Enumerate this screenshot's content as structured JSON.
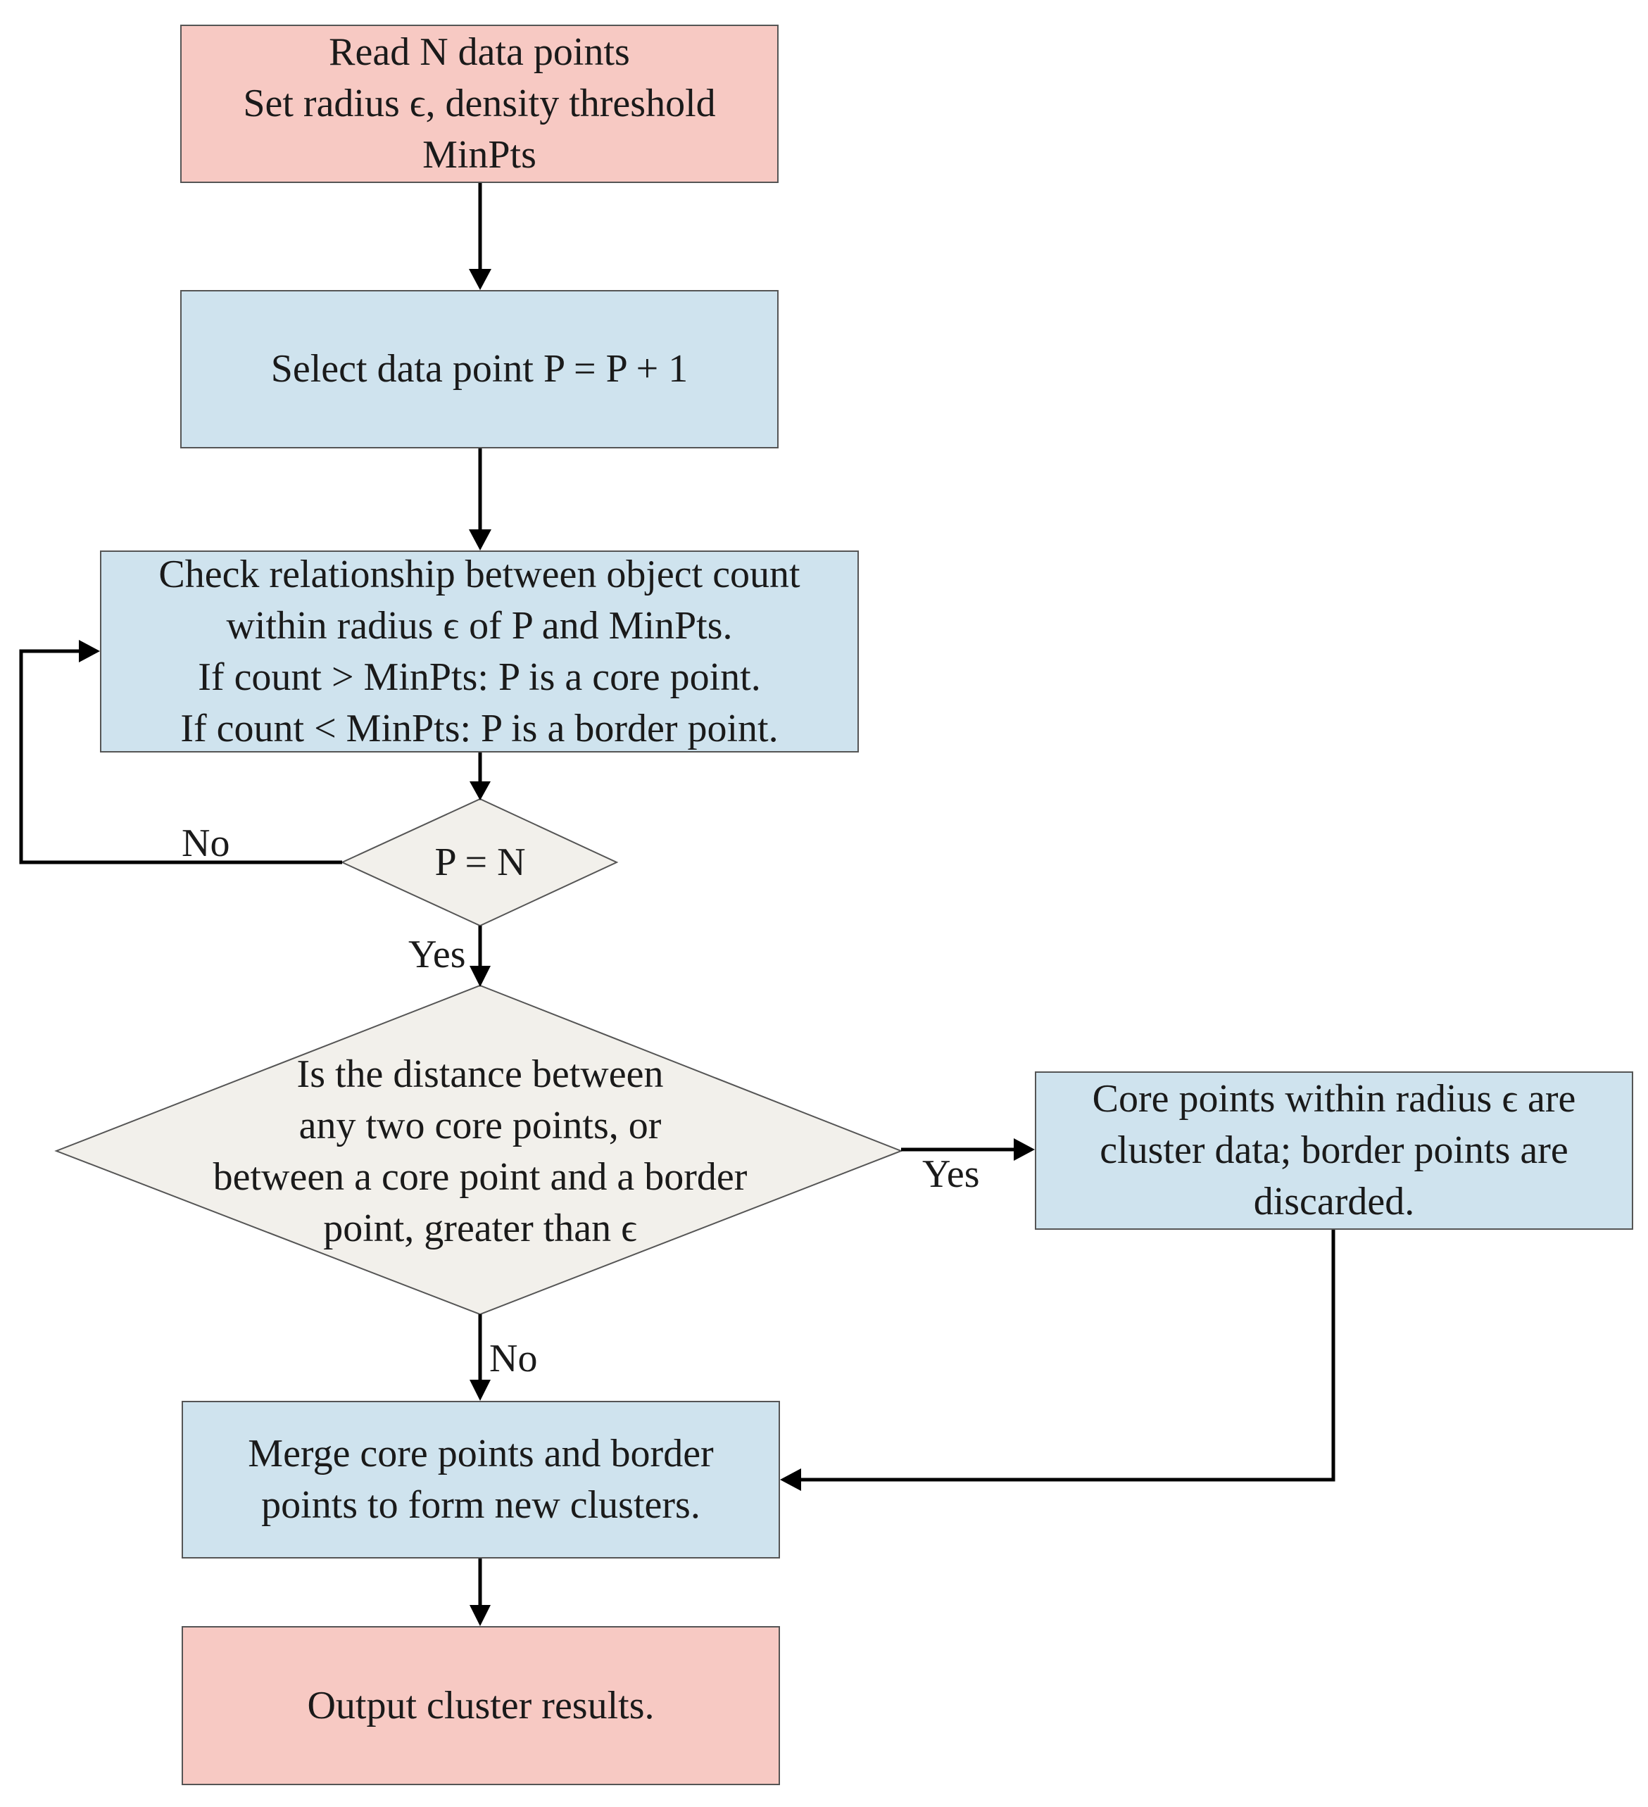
{
  "nodes": {
    "start": "Read N data points\nSet radius ϵ, density threshold\nMinPts",
    "select": "Select data point P = P + 1",
    "check": "Check relationship between object count\nwithin radius ϵ of P and MinPts.\nIf count > MinPts: P is a core point.\nIf count < MinPts: P is a border point.",
    "decision_pn": "P = N",
    "decision_distance": "Is the distance between\nany two core points, or\nbetween a core point and a border\npoint, greater than ϵ",
    "core_cluster": "Core points within radius ϵ are\ncluster data; border points are\ndiscarded.",
    "merge": "Merge core points and border\npoints to form new clusters.",
    "output": "Output cluster results."
  },
  "labels": {
    "no_loop": "No",
    "yes_down": "Yes",
    "yes_right": "Yes",
    "no_down": "No"
  },
  "colors": {
    "terminal_fill": "#f7c9c3",
    "process_fill": "#cfe3ee",
    "decision_fill": "#f2f0eb",
    "border": "#555555",
    "arrow": "#000000"
  }
}
